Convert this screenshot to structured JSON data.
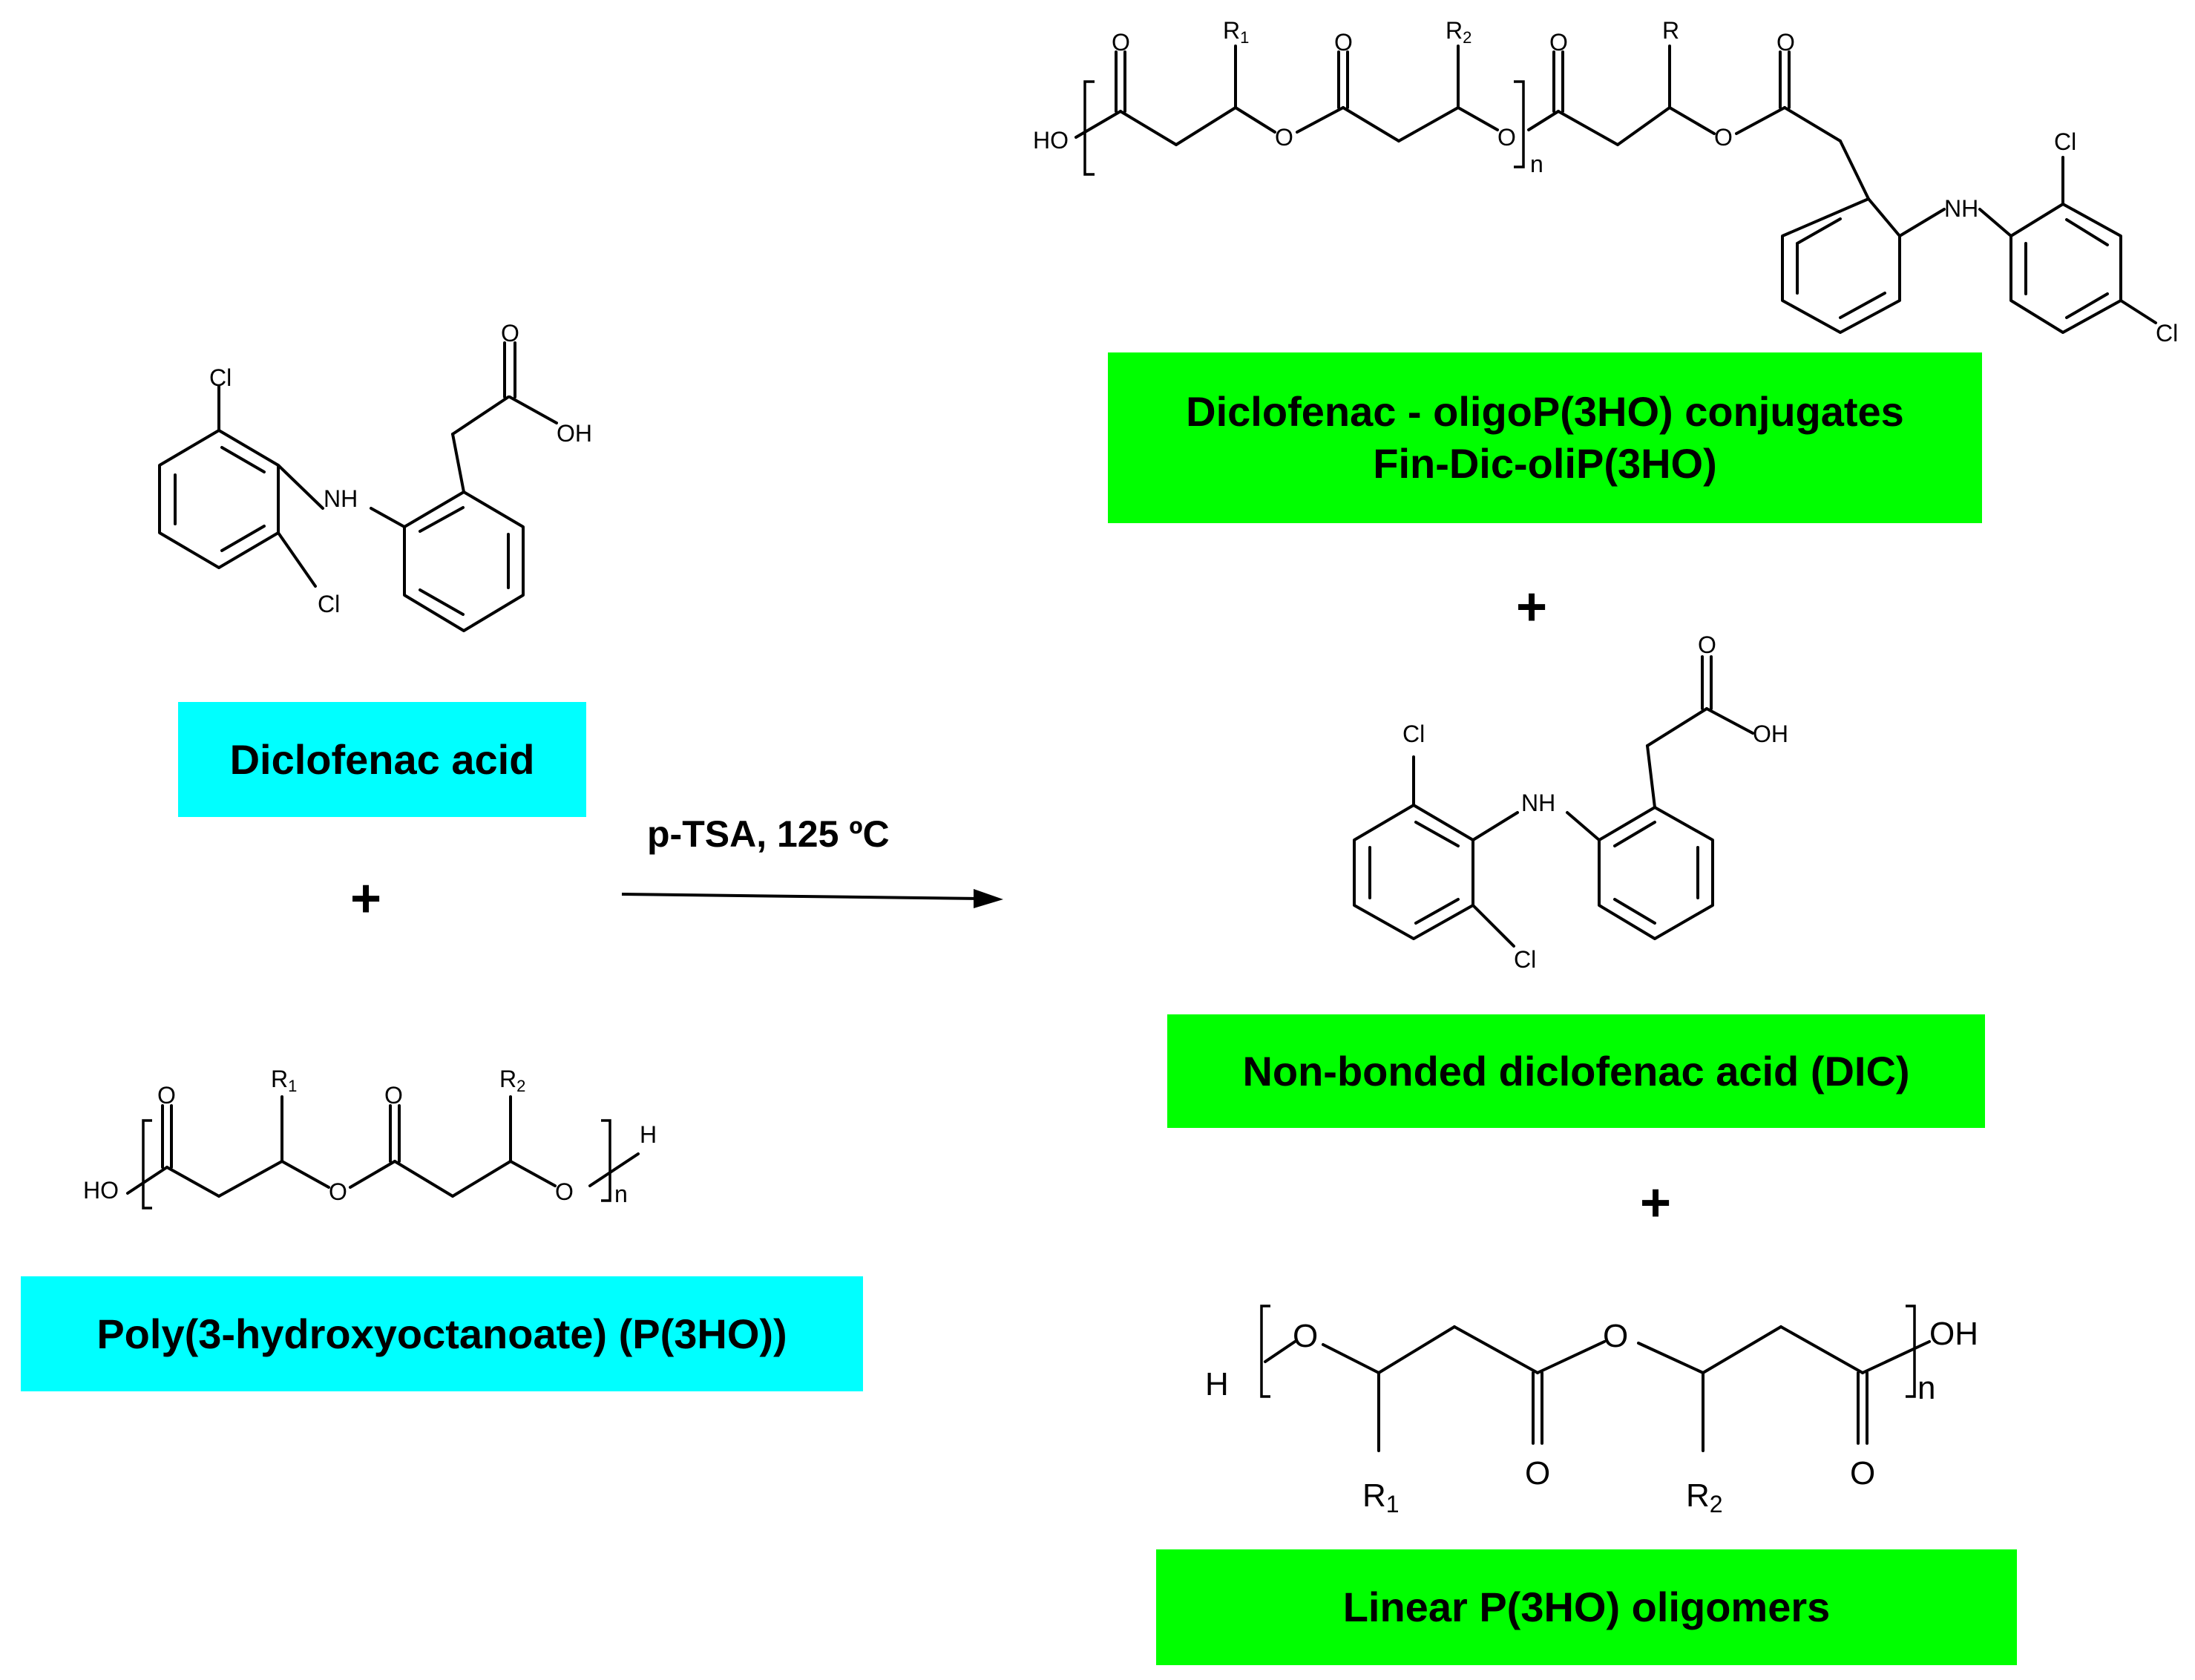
{
  "colors": {
    "reactant_box": "#00ffff",
    "product_box": "#00ff00",
    "line": "#000000"
  },
  "reaction": {
    "conditions": "p-TSA, 125 ºC",
    "plus_sign": "+"
  },
  "reactants": {
    "diclofenac_label": "Diclofenac acid",
    "polymer_label": "Poly(3-hydroxyoctanoate) (P(3HO))"
  },
  "products": {
    "conjugate_label_line1": "Diclofenac - oligoP(3HO) conjugates",
    "conjugate_label_line2": "Fin-Dic-oliP(3HO)",
    "free_drug_label": "Non-bonded diclofenac acid (DIC)",
    "oligomer_label": "Linear P(3HO) oligomers"
  },
  "atoms": {
    "cl": "Cl",
    "nh": "NH",
    "o": "O",
    "oh": "OH",
    "ho": "HO",
    "h": "H",
    "r": "R",
    "r_sub1": "1",
    "r_sub2": "2",
    "n": "n"
  }
}
